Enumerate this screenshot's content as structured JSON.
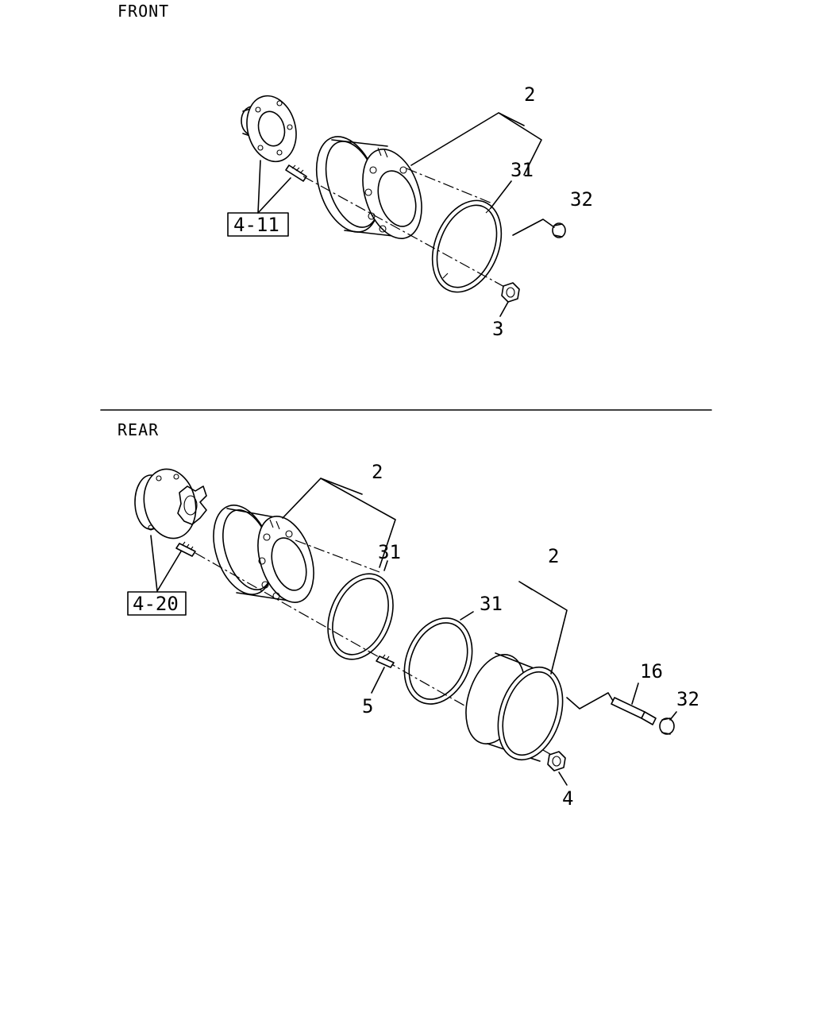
{
  "sections": {
    "front": "FRONT",
    "rear": "REAR"
  },
  "front": {
    "callouts": {
      "wheel": "2",
      "ring": "31",
      "cap": "32",
      "nut": "3",
      "ref_hub": "4-11"
    }
  },
  "rear": {
    "callouts": {
      "inner_wheel": "2",
      "inner_ring": "31",
      "outer_ring": "31",
      "outer_wheel": "2",
      "stud": "5",
      "extension": "16",
      "cap": "32",
      "nut": "4",
      "ref_hub": "4-20"
    }
  }
}
